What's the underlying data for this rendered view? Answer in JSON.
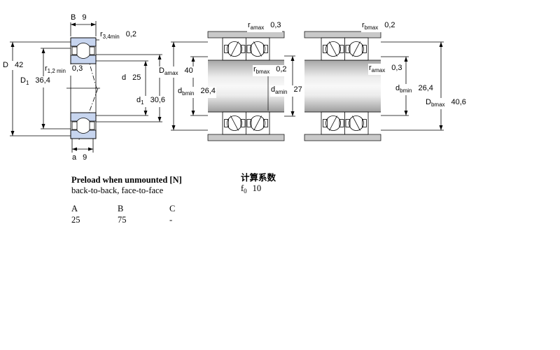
{
  "diagram": {
    "left": {
      "name": "single bearing cross-section",
      "labels": {
        "B": {
          "base": "B",
          "sub": "",
          "value": "9"
        },
        "r34": {
          "base": "r",
          "sub": "3,4min",
          "value": "0,2"
        },
        "D": {
          "base": "D",
          "sub": "",
          "value": "42"
        },
        "r12": {
          "base": "r",
          "sub": "1,2 min",
          "value": "0,3"
        },
        "D1": {
          "base": "D",
          "sub": "1",
          "value": "36,4"
        },
        "d": {
          "base": "d",
          "sub": "",
          "value": "25"
        },
        "d1": {
          "base": "d",
          "sub": "1",
          "value": "30,6"
        },
        "a": {
          "base": "a",
          "sub": "",
          "value": "9"
        }
      }
    },
    "middle": {
      "name": "paired bearings mounted - shaft/housing abutment (a-side)",
      "labels": {
        "ramax": {
          "base": "r",
          "sub": "amax",
          "value": "0,3"
        },
        "Damax": {
          "base": "D",
          "sub": "amax",
          "value": "40"
        },
        "rbmax": {
          "base": "r",
          "sub": "bmax",
          "value": "0,2"
        },
        "dbmin": {
          "base": "d",
          "sub": "bmin",
          "value": "26,4"
        },
        "damin": {
          "base": "d",
          "sub": "amin",
          "value": "27"
        }
      }
    },
    "right": {
      "name": "paired bearings mounted - housing abutment (b-side)",
      "labels": {
        "rbmax": {
          "base": "r",
          "sub": "bmax",
          "value": "0,2"
        },
        "ramax": {
          "base": "r",
          "sub": "amax",
          "value": "0,3"
        },
        "dbmin": {
          "base": "d",
          "sub": "bmin",
          "value": "26,4"
        },
        "Dbmax": {
          "base": "D",
          "sub": "bmax",
          "value": "40,6"
        }
      }
    }
  },
  "preload": {
    "title": "Preload when unmounted [N]",
    "subtitle": "back-to-back, face-to-face",
    "table": {
      "col_a_header": "A",
      "col_b_header": "B",
      "col_c_header": "C",
      "col_a_value": "25",
      "col_b_value": "75",
      "col_c_value": "-"
    }
  },
  "factors": {
    "title": "计算系数",
    "f0": {
      "base": "f",
      "sub": "0",
      "value": "10"
    }
  },
  "colors": {
    "bearing_ring_fill": "#c7d5ef",
    "housing_fill": "#c9c9c9",
    "line": "#000000"
  }
}
